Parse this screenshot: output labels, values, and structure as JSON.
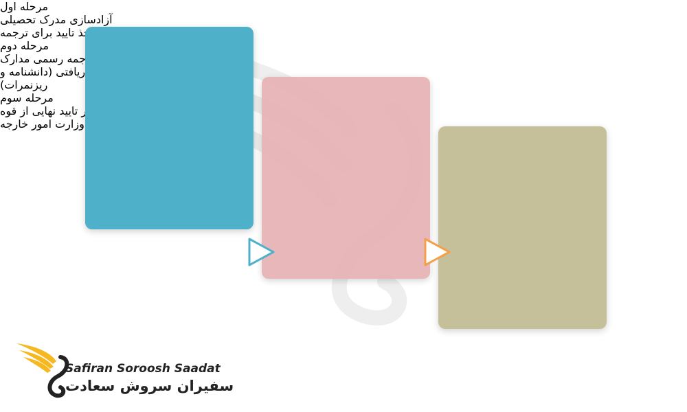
{
  "steps": [
    {
      "stage": "مرحله اول",
      "text": "آزادسازی مدرک تحصیلی و اخذ تایید برای ترجمه",
      "color": "#4fb0c9"
    },
    {
      "stage": "مرحله دوم",
      "text": "ترجمه رسمی مدارک دریافتی (دانشنامه و ریزنمرات)",
      "color": "#e7b2b5"
    },
    {
      "stage": "مرحله سوم",
      "text": "اخذ مهر تایید نهایی از قوه قضائیه و وزارت امور خارجه",
      "color": "#c5c09a"
    }
  ],
  "arrows": [
    {
      "icon": "play-triangle-icon",
      "color": "#4fb0c9"
    },
    {
      "icon": "play-triangle-icon",
      "color": "#f4a04a"
    }
  ],
  "logo": {
    "name_en": "Safiran Soroosh Saadat",
    "name_fa": "سفیران سروش سعادت",
    "icon": "winged-swan-logo",
    "accent": "#f5b820"
  }
}
